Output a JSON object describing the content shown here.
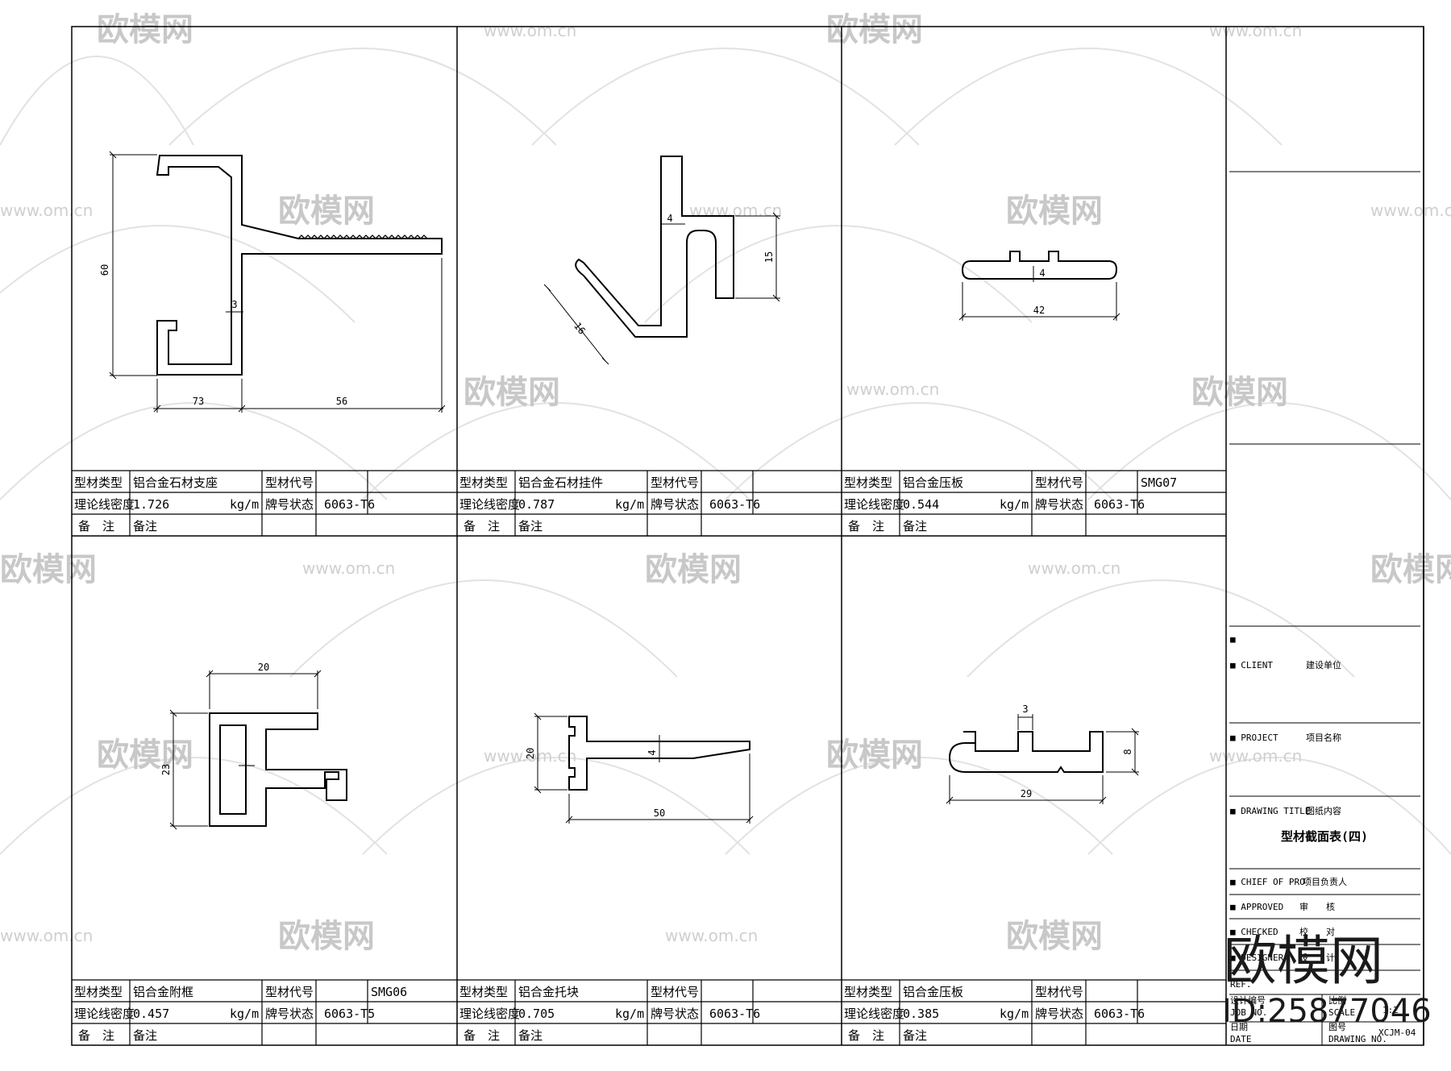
{
  "labels": {
    "type": "型材类型",
    "code": "型材代号",
    "density": "理论线密度",
    "unit": "kg/m",
    "temper": "牌号状态",
    "remark": "备　注",
    "remark_value": "备注"
  },
  "profiles": [
    {
      "type": "铝合金石材支座",
      "code": "",
      "density": "1.726",
      "temper": "6063-T6",
      "dims": [
        "60",
        "3",
        "73",
        "56"
      ]
    },
    {
      "type": "铝合金石材挂件",
      "code": "",
      "density": "0.787",
      "temper": "6063-T6",
      "dims": [
        "4",
        "15",
        "16"
      ]
    },
    {
      "type": "铝合金压板",
      "code": "SMG07",
      "density": "0.544",
      "temper": "6063-T6",
      "dims": [
        "4",
        "42"
      ]
    },
    {
      "type": "铝合金附框",
      "code": "SMG06",
      "density": "0.457",
      "temper": "6063-T5",
      "dims": [
        "20",
        "23"
      ]
    },
    {
      "type": "铝合金托块",
      "code": "",
      "density": "0.705",
      "temper": "6063-T6",
      "dims": [
        "20",
        "4",
        "50"
      ]
    },
    {
      "type": "铝合金压板",
      "code": "",
      "density": "0.385",
      "temper": "6063-T6",
      "dims": [
        "3",
        "8",
        "29"
      ]
    }
  ],
  "title_block": {
    "client_en": "■ CLIENT",
    "client_cn": "建设单位",
    "project_en": "■ PROJECT",
    "project_cn": "项目名称",
    "title_en": "■ DRAWING TITLE",
    "title_cn": "图纸内容",
    "drawing_title": "型材截面表(四)",
    "chief_en": "■ CHIEF OF PRO",
    "chief_cn": "项目负责人",
    "approved_en": "■ APPROVED",
    "approved_cn": "审　　核",
    "checked_en": "■ CHECKED",
    "checked_cn": "校　　对",
    "designer_en": "■ DESIGNER",
    "designer_cn": "设　　计",
    "ref": "REF.",
    "job_en": "JOB NO.",
    "job_cn": "设计编号",
    "scale_en": "SCALE",
    "scale_cn": "比例",
    "scale_value": "1:2",
    "date_en": "DATE",
    "date_cn": "日期",
    "dwg_en": "DRAWING NO.",
    "dwg_cn": "图号",
    "dwg_value": "XCJM-04",
    "bullet": "■"
  },
  "watermark": {
    "brand": "欧模网",
    "url": "www.om.cn",
    "id": "ID:25877046"
  }
}
